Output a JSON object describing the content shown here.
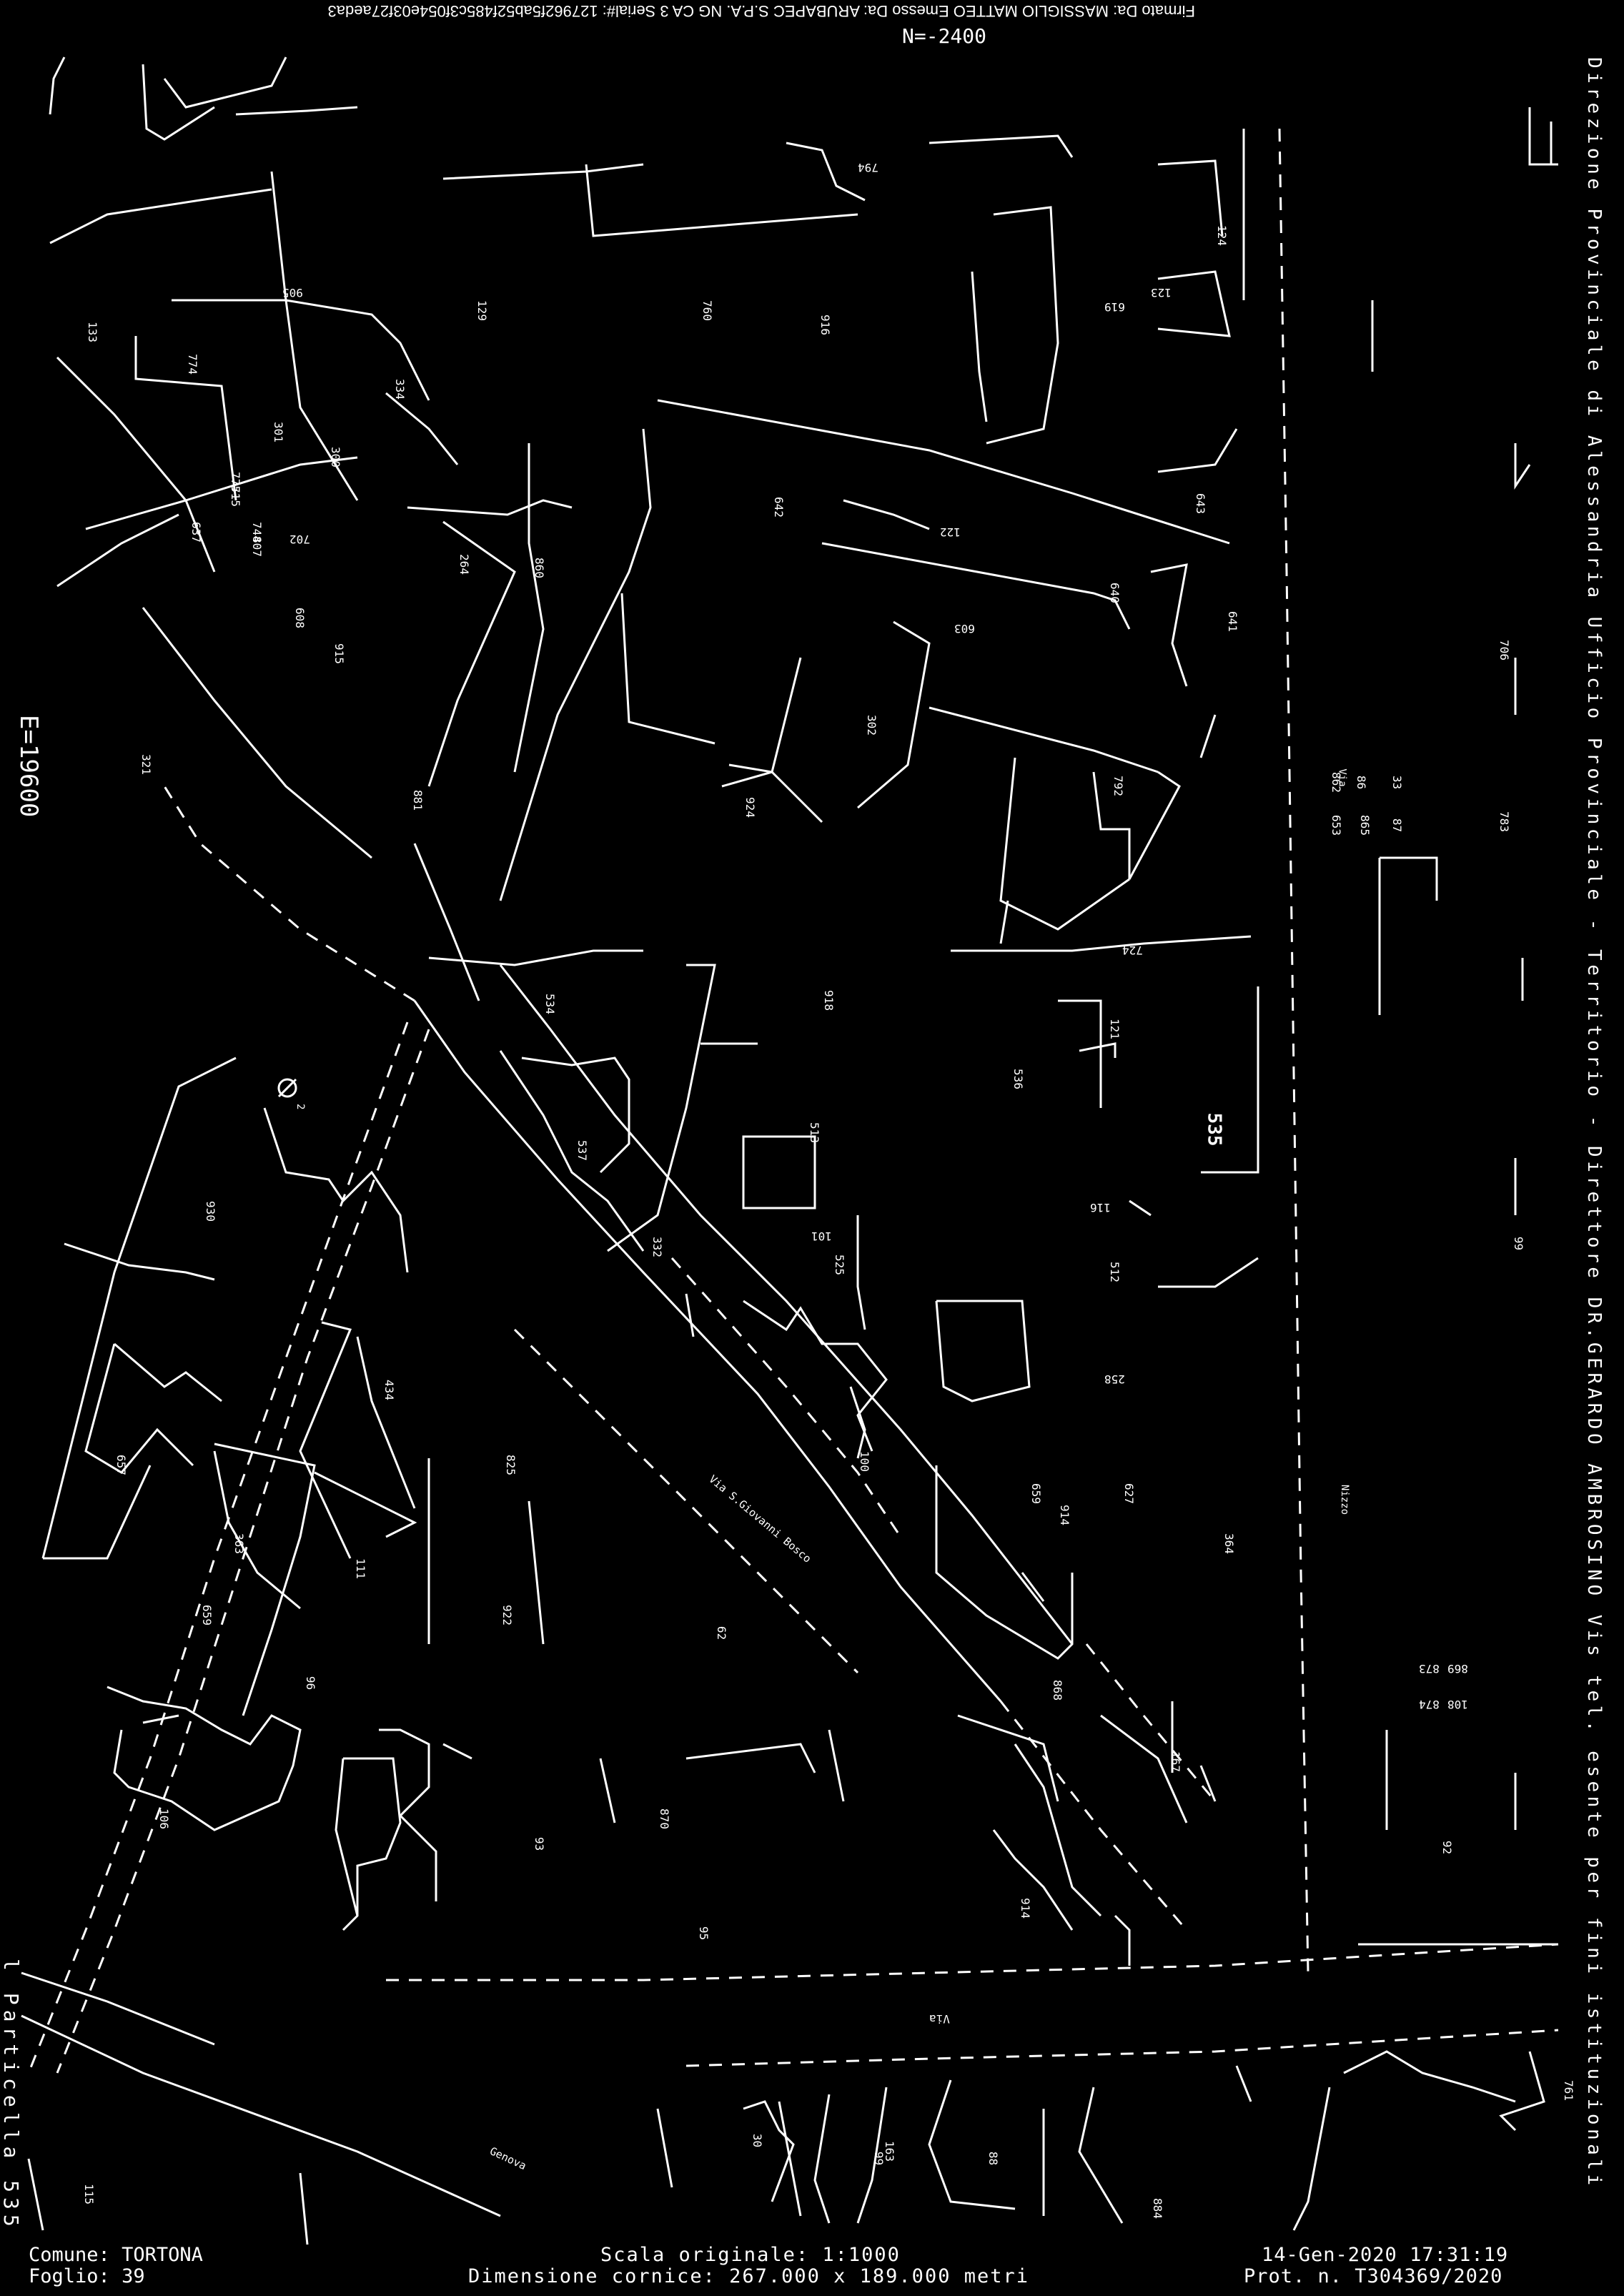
{
  "header": {
    "signature": "Firmato Da: MASSIGLIO MATTEO Emesso Da: ARUBAPEC S.P.A. NG CA 3 Serial#: 127962f5ab52f485c3f054e03f27aeda3",
    "north_coord": "N=-2400"
  },
  "west_coord": "E=19600",
  "right_margin": "Direzione Provinciale di Alessandria  Ufficio Provinciale - Territorio - Direttore DR.GERARDO AMBROSINO Vis tel. esente per fini istituzionali",
  "left_margin": "l Particella 535",
  "streets": {
    "via": "Via",
    "via_vertical": "Via",
    "nizza": "Nizzo",
    "san_giovanni": "Via S.Giovanni Bosco",
    "genova": "Genova"
  },
  "parcels": [
    "794",
    "124",
    "123",
    "619",
    "129",
    "760",
    "916",
    "905",
    "133",
    "774",
    "334",
    "301",
    "300",
    "264",
    "775",
    "715",
    "744",
    "807",
    "702",
    "637",
    "642",
    "122",
    "643",
    "640",
    "641",
    "603",
    "608",
    "915",
    "860",
    "706",
    "321",
    "302",
    "792",
    "924",
    "881",
    "33",
    "86",
    "862",
    "87",
    "865",
    "653",
    "783",
    "724",
    "534",
    "918",
    "536",
    "121",
    "535",
    "513",
    "116",
    "930",
    "537",
    "101",
    "332",
    "99",
    "525",
    "512",
    "258",
    "434",
    "100",
    "659",
    "627",
    "914",
    "657",
    "825",
    "364",
    "363",
    "111",
    "659",
    "922",
    "62",
    "868",
    "873",
    "869",
    "874",
    "108",
    "96",
    "167",
    "106",
    "93",
    "870",
    "92",
    "95",
    "914",
    "30",
    "99",
    "88",
    "884",
    "115",
    "761",
    "163"
  ],
  "focus_parcel": "535",
  "footer": {
    "comune_label": "Comune:",
    "comune_value": "TORTONA",
    "foglio_label": "Foglio:",
    "foglio_value": "39",
    "scala": "Scala originale: 1:1000",
    "dimensione": "Dimensione cornice: 267.000 x 189.000 metri",
    "timestamp": "14-Gen-2020 17:31:19",
    "protocol": "Prot. n. T304369/2020"
  }
}
